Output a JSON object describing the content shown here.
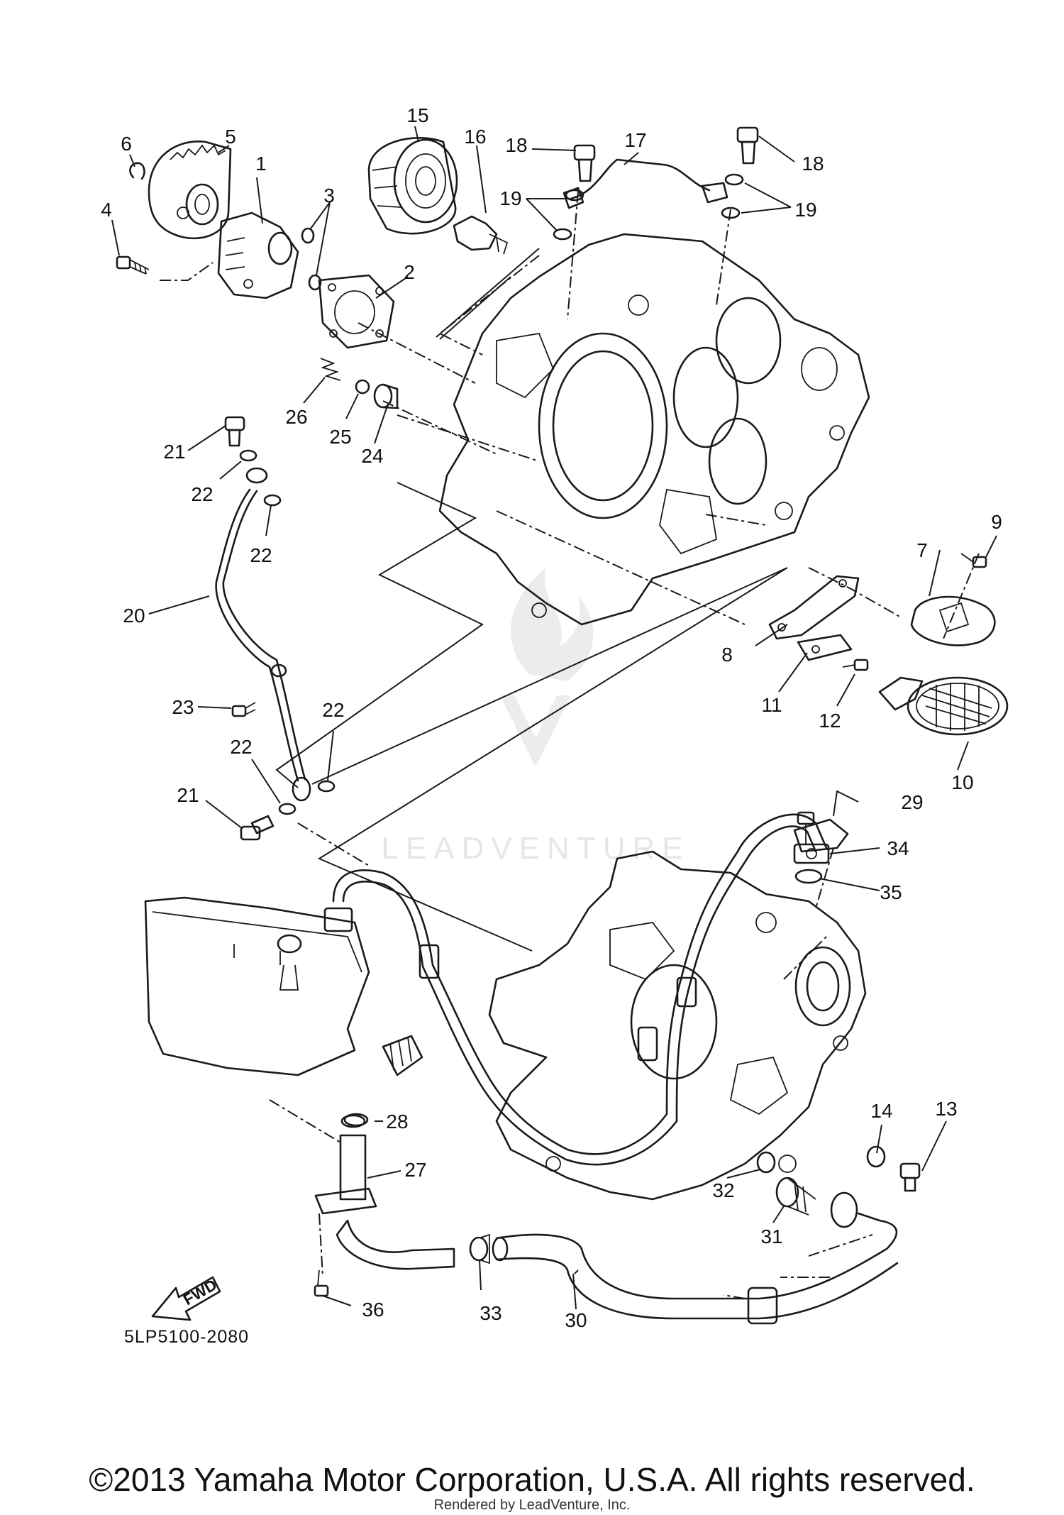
{
  "diagram": {
    "code": "5LP5100-2080",
    "fwd_label": "FWD",
    "watermark": "LEADVENTURE",
    "copyright": "©2013 Yamaha Motor Corporation, U.S.A. All rights reserved.",
    "rendered_by": "Rendered by LeadVenture, Inc."
  },
  "callouts": [
    {
      "id": "c1",
      "label": "1"
    },
    {
      "id": "c2",
      "label": "2"
    },
    {
      "id": "c3",
      "label": "3"
    },
    {
      "id": "c4",
      "label": "4"
    },
    {
      "id": "c5",
      "label": "5"
    },
    {
      "id": "c6",
      "label": "6"
    },
    {
      "id": "c7",
      "label": "7"
    },
    {
      "id": "c8",
      "label": "8"
    },
    {
      "id": "c9",
      "label": "9"
    },
    {
      "id": "c10",
      "label": "10"
    },
    {
      "id": "c11",
      "label": "11"
    },
    {
      "id": "c12",
      "label": "12"
    },
    {
      "id": "c13",
      "label": "13"
    },
    {
      "id": "c14",
      "label": "14"
    },
    {
      "id": "c15",
      "label": "15"
    },
    {
      "id": "c16",
      "label": "16"
    },
    {
      "id": "c17",
      "label": "17"
    },
    {
      "id": "c18a",
      "label": "18"
    },
    {
      "id": "c18b",
      "label": "18"
    },
    {
      "id": "c19a",
      "label": "19"
    },
    {
      "id": "c19b",
      "label": "19"
    },
    {
      "id": "c20",
      "label": "20"
    },
    {
      "id": "c21a",
      "label": "21"
    },
    {
      "id": "c21b",
      "label": "21"
    },
    {
      "id": "c22a",
      "label": "22"
    },
    {
      "id": "c22b",
      "label": "22"
    },
    {
      "id": "c22c",
      "label": "22"
    },
    {
      "id": "c22d",
      "label": "22"
    },
    {
      "id": "c23",
      "label": "23"
    },
    {
      "id": "c24",
      "label": "24"
    },
    {
      "id": "c25",
      "label": "25"
    },
    {
      "id": "c26",
      "label": "26"
    },
    {
      "id": "c27",
      "label": "27"
    },
    {
      "id": "c28",
      "label": "28"
    },
    {
      "id": "c29",
      "label": "29"
    },
    {
      "id": "c30",
      "label": "30"
    },
    {
      "id": "c31",
      "label": "31"
    },
    {
      "id": "c32",
      "label": "32"
    },
    {
      "id": "c33",
      "label": "33"
    },
    {
      "id": "c34",
      "label": "34"
    },
    {
      "id": "c35",
      "label": "35"
    },
    {
      "id": "c36",
      "label": "36"
    }
  ]
}
